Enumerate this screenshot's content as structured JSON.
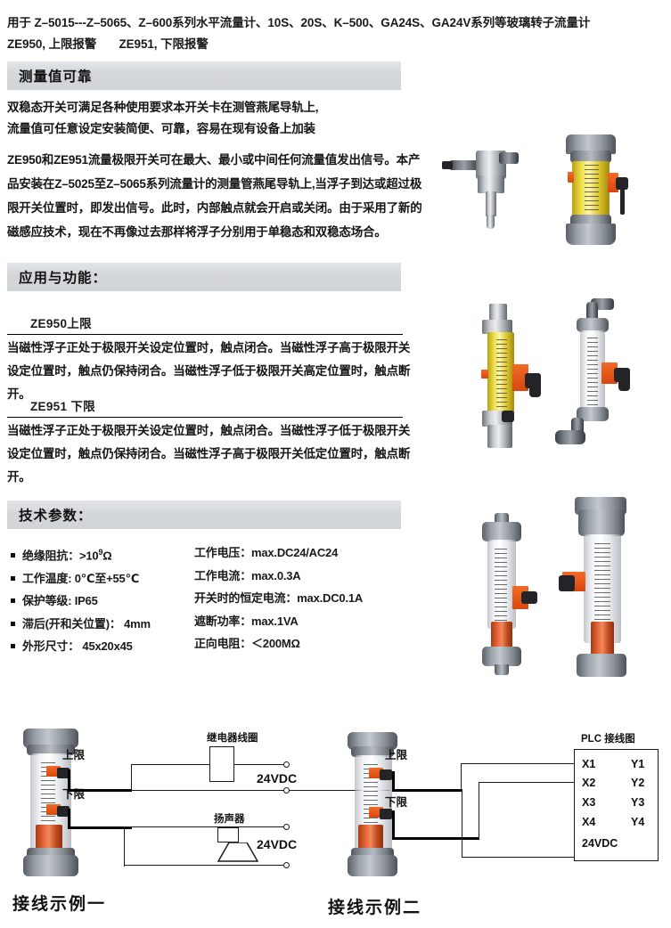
{
  "intro": {
    "line1": "用于 Z–5015---Z–5065、Z–600系列水平流量计、10S、20S、K–500、GA24S、GA24V系列等玻璃转子流量计",
    "line2_a": "ZE950, 上限报警",
    "line2_b": "ZE951, 下限报警"
  },
  "sections": {
    "reliability": {
      "banner": "测量值可靠",
      "lead_line1": "双稳态开关可满足各种使用要求本开关卡在测管燕尾导轨上,",
      "lead_line2": "流量值可任意设定安装简便、可靠，容易在现有设备上加装",
      "body": "ZE950和ZE951流量极限开关可在最大、最小或中间任何流量值发出信号。本产品安装在Z–5025至Z–5065系列流量计的测量管燕尾导轨上,当浮子到达或超过极限开关位置时，即发出信号。此时，内部触点就会开启或关闭。由于采用了新的磁感应技术，现在不再像过去那样将浮子分别用于单稳态和双稳态场合。"
    },
    "application": {
      "banner": "应用与功能：",
      "sub1_title": "ZE950上限",
      "sub1_body": "当磁性浮子正处于极限开关设定位置时，触点闭合。当磁性浮子高于极限开关设定位置时，触点仍保持闭合。当磁性浮子低于极限开关高定位置时，触点断开。",
      "sub2_title": "ZE951 下限",
      "sub2_body": "当磁性浮子正处于极限开关设定位置时，触点闭合。当磁性浮子低于极限开关设定位置时，触点仍保持闭合。当磁性浮子高于极限开关低定位置时，触点断开。"
    },
    "specs": {
      "banner": "技术参数：",
      "left": [
        {
          "label": "绝缘阻抗：",
          "value": ">10",
          "sup": "9",
          "unit": "Ω"
        },
        {
          "label": "工作温度:",
          "value": " 0℃至+55℃",
          "sup": "",
          "unit": ""
        },
        {
          "label": "保护等级:",
          "value": " IP65",
          "sup": "",
          "unit": ""
        },
        {
          "label": "滞后(开和关位置)：",
          "value": " 4mm",
          "sup": "",
          "unit": ""
        },
        {
          "label": "外形尺寸：",
          "value": " 45x20x45",
          "sup": "",
          "unit": ""
        }
      ],
      "right": [
        "工作电压：max.DC24/AC24",
        "工作电流：max.0.3A",
        "开关时的恒定电流：max.DC0.1A",
        "遮断功率：max.1VA",
        "正向电阻：＜200MΩ"
      ]
    }
  },
  "wiring": {
    "example1": {
      "caption": "接线示例一",
      "upper_limit": "上限",
      "lower_limit": "下限",
      "relay_label": "继电器线圈",
      "relay_supply": "24VDC",
      "speaker_label": "扬声器",
      "speaker_supply": "24VDC"
    },
    "example2": {
      "caption": "接线示例二",
      "upper_limit": "上限",
      "lower_limit": "下限",
      "plc_title": "PLC 接线图",
      "inputs": [
        "X1",
        "X2",
        "X3",
        "X4"
      ],
      "outputs": [
        "Y1",
        "Y2",
        "Y3",
        "Y4"
      ],
      "supply": "24VDC"
    }
  },
  "colors": {
    "banner_gray": "#d4d7da",
    "text": "#1a1a1a",
    "float_orange": "#d8480e",
    "wire_black": "#1b1b1b"
  }
}
